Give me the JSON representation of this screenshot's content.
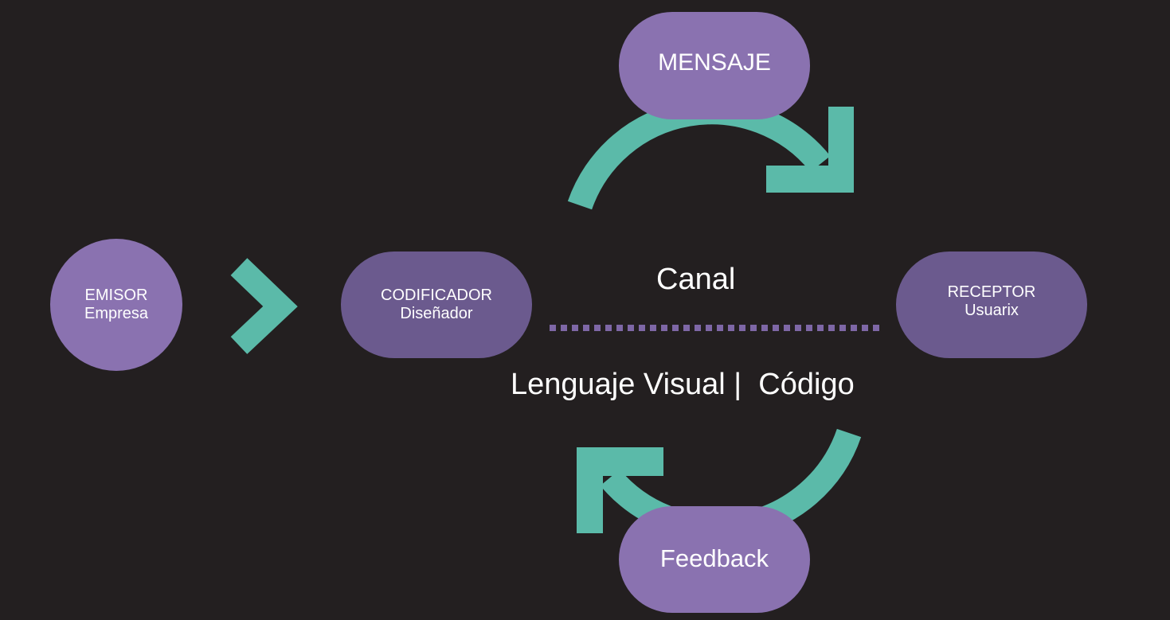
{
  "colors": {
    "background": "#231f20",
    "node_light": "#8a72b0",
    "node_dark": "#6b5a8e",
    "arrow": "#5bbaa9",
    "dotted_line": "#7e67a6",
    "text": "#ffffff"
  },
  "nodes": {
    "emisor": {
      "title": "EMISOR",
      "subtitle": "Empresa"
    },
    "codificador": {
      "title": "CODIFICADOR",
      "subtitle": "Diseñador"
    },
    "receptor": {
      "title": "RECEPTOR",
      "subtitle": "Usuarix"
    },
    "mensaje": {
      "title": "MENSAJE"
    },
    "feedback": {
      "title": "Feedback"
    }
  },
  "labels": {
    "canal": "Canal",
    "lenguaje": "Lenguaje Visual |  Código"
  },
  "icons": [
    "chevron-right-icon",
    "curved-arrow-icon",
    "curved-arrow-icon"
  ]
}
